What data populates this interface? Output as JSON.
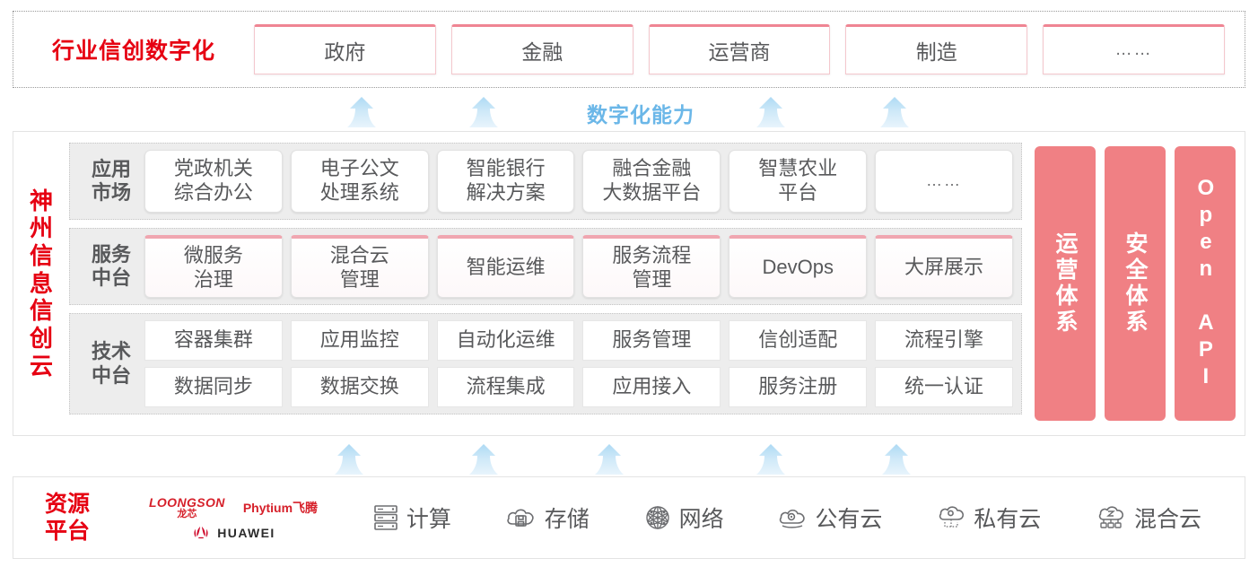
{
  "industry": {
    "title": "行业信创数字化",
    "boxes": [
      {
        "label": "政府"
      },
      {
        "label": "金融"
      },
      {
        "label": "运营商"
      },
      {
        "label": "制造"
      },
      {
        "label": "……"
      }
    ]
  },
  "capability": {
    "label": "数字化能力",
    "arrow_count_top": 4,
    "arrow_count_bottom": 5,
    "arrow_color": "#BFE2F7"
  },
  "cloud": {
    "title": "神州信息信创云",
    "title_chars": [
      "神",
      "州",
      "信",
      "息",
      "信",
      "创",
      "云"
    ],
    "layers": [
      {
        "label": "应用市场",
        "label_lines": [
          "应用",
          "市场"
        ],
        "cells": [
          {
            "lines": [
              "党政机关",
              "综合办公"
            ],
            "style": "plain"
          },
          {
            "lines": [
              "电子公文",
              "处理系统"
            ],
            "style": "plain"
          },
          {
            "lines": [
              "智能银行",
              "解决方案"
            ],
            "style": "plain"
          },
          {
            "lines": [
              "融合金融",
              "大数据平台"
            ],
            "style": "plain"
          },
          {
            "lines": [
              "智慧农业",
              "平台"
            ],
            "style": "plain"
          },
          {
            "lines": [
              "……"
            ],
            "style": "dots"
          }
        ]
      },
      {
        "label": "服务中台",
        "label_lines": [
          "服务",
          "中台"
        ],
        "cells": [
          {
            "lines": [
              "微服务",
              "治理"
            ],
            "style": "topline"
          },
          {
            "lines": [
              "混合云",
              "管理"
            ],
            "style": "topline"
          },
          {
            "lines": [
              "智能运维"
            ],
            "style": "topline"
          },
          {
            "lines": [
              "服务流程",
              "管理"
            ],
            "style": "topline"
          },
          {
            "lines": [
              "DevOps"
            ],
            "style": "topline"
          },
          {
            "lines": [
              "大屏展示"
            ],
            "style": "topline"
          }
        ]
      },
      {
        "label": "技术中台",
        "label_lines": [
          "技术",
          "中台"
        ],
        "rows": [
          [
            {
              "lines": [
                "容器集群"
              ],
              "style": "flat"
            },
            {
              "lines": [
                "应用监控"
              ],
              "style": "flat"
            },
            {
              "lines": [
                "自动化运维"
              ],
              "style": "flat"
            },
            {
              "lines": [
                "服务管理"
              ],
              "style": "flat"
            },
            {
              "lines": [
                "信创适配"
              ],
              "style": "flat"
            },
            {
              "lines": [
                "流程引擎"
              ],
              "style": "flat"
            }
          ],
          [
            {
              "lines": [
                "数据同步"
              ],
              "style": "flat"
            },
            {
              "lines": [
                "数据交换"
              ],
              "style": "flat"
            },
            {
              "lines": [
                "流程集成"
              ],
              "style": "flat"
            },
            {
              "lines": [
                "应用接入"
              ],
              "style": "flat"
            },
            {
              "lines": [
                "服务注册"
              ],
              "style": "flat"
            },
            {
              "lines": [
                "统一认证"
              ],
              "style": "flat"
            }
          ]
        ]
      }
    ],
    "side_bars": [
      {
        "label": "运营体系",
        "script": "cjk",
        "color": "#F08084"
      },
      {
        "label": "安全体系",
        "script": "cjk",
        "color": "#F08084"
      },
      {
        "label": "Open API",
        "script": "latin",
        "color": "#F08084"
      }
    ]
  },
  "resource": {
    "title": "资源平台",
    "title_lines": [
      "资源",
      "平台"
    ],
    "logos": [
      {
        "name": "LOONGSON",
        "en": "LOONGSON",
        "cn": "龙芯"
      },
      {
        "name": "Phytium",
        "en": "Phytium飞腾"
      },
      {
        "name": "HUAWEI",
        "en": "HUAWEI"
      }
    ],
    "items": [
      {
        "label": "计算",
        "icon": "server-icon"
      },
      {
        "label": "存储",
        "icon": "storage-cloud-icon"
      },
      {
        "label": "网络",
        "icon": "network-mesh-icon"
      },
      {
        "label": "公有云",
        "icon": "public-cloud-icon"
      },
      {
        "label": "私有云",
        "icon": "private-cloud-icon"
      },
      {
        "label": "混合云",
        "icon": "hybrid-cloud-icon"
      }
    ]
  },
  "colors": {
    "brand_red": "#E60012",
    "pink": "#F08084",
    "pink_light": "#f0a6b0",
    "arrow_blue": "#BFE2F7",
    "panel_gray": "#ededed"
  }
}
